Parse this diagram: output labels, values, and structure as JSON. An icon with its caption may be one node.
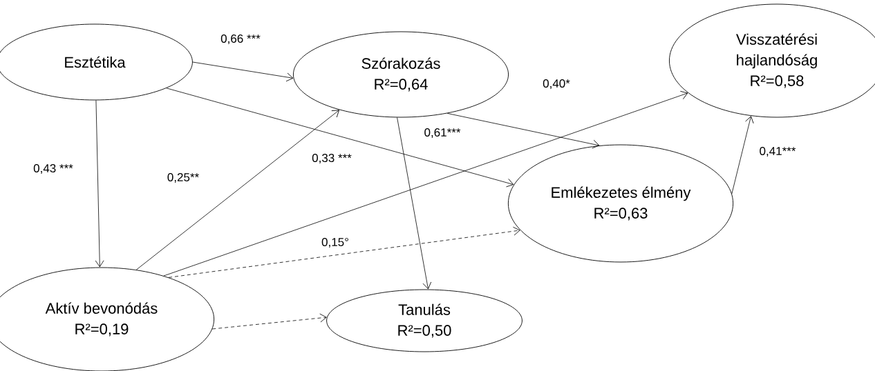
{
  "diagram": {
    "nodes": [
      {
        "text": [
          "Esztétika"
        ]
      },
      {
        "text": [
          "Szórakozás",
          "R²=0,64"
        ]
      },
      {
        "text": [
          "Visszatérési hajlandóság",
          "R²=0,58"
        ]
      },
      {
        "text": [
          "Emlékezetes élmény",
          "R²=0,63"
        ]
      },
      {
        "text": [
          "Aktív bevonódás",
          "R²=0,19"
        ]
      },
      {
        "text": [
          "Tanulás",
          "R²=0,50"
        ]
      }
    ],
    "edges": [
      {
        "from": 0,
        "to": 1,
        "arrow": "to",
        "label": "0,66 ***"
      },
      {
        "from": 0,
        "to": 3,
        "arrow": "to",
        "label": "0,33 ***"
      },
      {
        "from": 0,
        "to": 4,
        "arrow": "to",
        "label": "0,43 ***"
      },
      {
        "from": 4,
        "to": 1,
        "arrow": "to",
        "label": "0,25**"
      },
      {
        "from": 4,
        "to": 2,
        "arrow": "to"
      },
      {
        "from": 1,
        "to": 3,
        "arrow": "to",
        "label": "0,40*"
      },
      {
        "from": 1,
        "to": 5,
        "arrow": "to",
        "label": "0,61***"
      },
      {
        "from": 3,
        "to": 2,
        "arrow": "to",
        "label": "0,41***"
      },
      {
        "from": 4,
        "to": 3,
        "arrow": "to",
        "style": "dashed",
        "label": "0,15°"
      },
      {
        "from": 4,
        "to": 5,
        "arrow": "to",
        "style": "dashed"
      }
    ]
  }
}
